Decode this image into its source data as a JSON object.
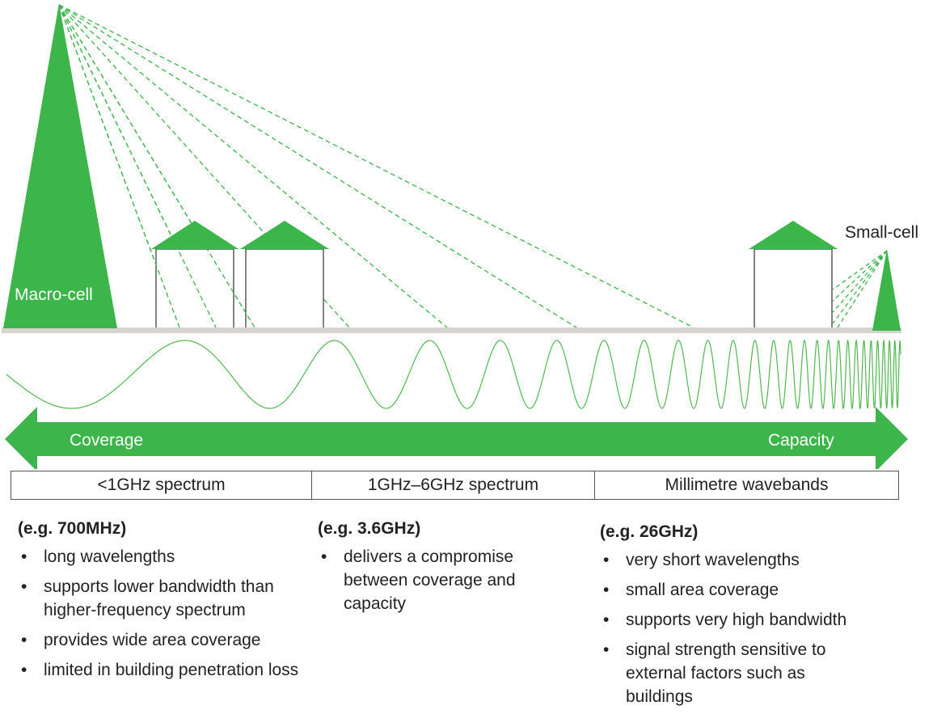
{
  "labels": {
    "macro_cell": "Macro-cell",
    "small_cell": "Small-cell",
    "coverage": "Coverage",
    "capacity": "Capacity"
  },
  "colors": {
    "green": "#3cb54a",
    "ground": "#d7d3cf",
    "wave": "#4fb94f",
    "dash": "#3cb54a"
  },
  "bands": [
    {
      "name": "<1GHz spectrum",
      "example": "(e.g. 700MHz)",
      "bullets": [
        "long wavelengths",
        "supports lower bandwidth than higher-frequency spectrum",
        "provides wide area coverage",
        "limited in building penetration loss"
      ]
    },
    {
      "name": "1GHz–6GHz spectrum",
      "example": "(e.g. 3.6GHz)",
      "bullets": [
        "delivers a compromise between coverage and capacity"
      ]
    },
    {
      "name": "Millimetre wavebands",
      "example": "(e.g. 26GHz)",
      "bullets": [
        "very short wavelengths",
        "small area coverage",
        "supports very high bandwidth",
        "signal strength sensitive to external factors such as buildings"
      ]
    }
  ]
}
